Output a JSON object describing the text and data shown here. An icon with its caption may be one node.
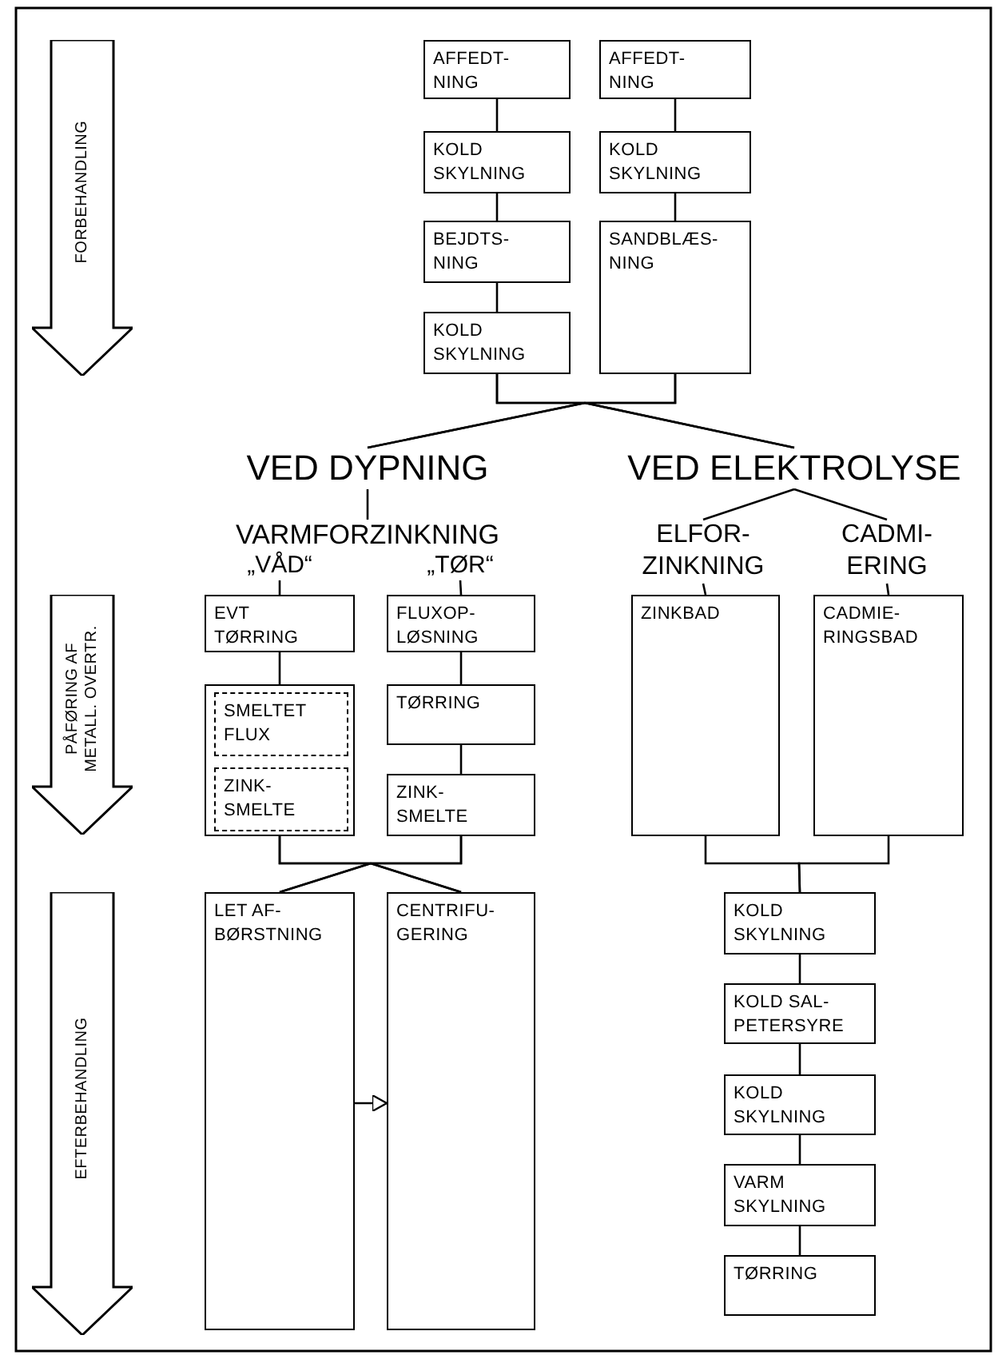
{
  "diagram": {
    "nodes": [
      {
        "text": [
          "FORBEHANDLING"
        ]
      },
      {
        "text": [
          "PÅFØRING AF METALL. OVERTR."
        ]
      },
      {
        "text": [
          "EFTERBEHANDLING"
        ]
      },
      {
        "text": [
          "AFFEDT- NING"
        ]
      },
      {
        "text": [
          "KOLD SKYLNING"
        ]
      },
      {
        "text": [
          "BEJDTS- NING"
        ]
      },
      {
        "text": [
          "KOLD SKYLNING"
        ]
      },
      {
        "text": [
          "AFFEDT- NING"
        ]
      },
      {
        "text": [
          "KOLD SKYLNING"
        ]
      },
      {
        "text": [
          "SANDBLÆS- NING"
        ]
      },
      {
        "text": [
          "VED DYPNING"
        ]
      },
      {
        "text": [
          "VED ELEKTROLYSE"
        ]
      },
      {
        "text": [
          "VARMFORZINKNING"
        ]
      },
      {
        "text": [
          "„VÅD“"
        ]
      },
      {
        "text": [
          "„TØR“"
        ]
      },
      {
        "text": [
          "ELFOR- ZINKNING"
        ]
      },
      {
        "text": [
          "CADMI- ERING"
        ]
      },
      {
        "text": [
          "EVT TØRRING"
        ]
      },
      {
        "text": [
          "FLUXOP- LØSNING"
        ]
      },
      {
        "text": [
          "ZINKBAD"
        ]
      },
      {
        "text": [
          "CADMIE- RINGSBAD"
        ]
      },
      {
        "text": [],
        "shape": "box"
      },
      {
        "text": [
          "SMELTET FLUX"
        ],
        "in": 21
      },
      {
        "text": [
          "ZINK- SMELTE"
        ],
        "in": 21
      },
      {
        "text": [
          "TØRRING"
        ]
      },
      {
        "text": [
          "ZINK- SMELTE"
        ]
      },
      {
        "text": [
          "LET AF- BØRSTNING"
        ]
      },
      {
        "text": [
          "CENTRIFU- GERING"
        ]
      },
      {
        "text": [
          "KOLD SKYLNING"
        ]
      },
      {
        "text": [
          "KOLD SAL- PETERSYRE"
        ]
      },
      {
        "text": [
          "KOLD SKYLNING"
        ]
      },
      {
        "text": [
          "VARM SKYLNING"
        ]
      },
      {
        "text": [
          "TØRRING"
        ]
      }
    ],
    "edges": [
      {
        "from": 3,
        "to": 4,
        "arrow": "none"
      },
      {
        "from": 4,
        "to": 5,
        "arrow": "none"
      },
      {
        "from": 5,
        "to": 6,
        "arrow": "none"
      },
      {
        "from": 7,
        "to": 8,
        "arrow": "none"
      },
      {
        "from": 8,
        "to": 9,
        "arrow": "none"
      },
      {
        "from": 6,
        "to": 10,
        "arrow": "none"
      },
      {
        "from": 6,
        "to": 11,
        "arrow": "none"
      },
      {
        "from": 9,
        "to": 10,
        "arrow": "none"
      },
      {
        "from": 9,
        "to": 11,
        "arrow": "none"
      },
      {
        "from": 10,
        "to": 12,
        "arrow": "none"
      },
      {
        "from": 11,
        "to": 15,
        "arrow": "none"
      },
      {
        "from": 11,
        "to": 16,
        "arrow": "none"
      },
      {
        "from": 13,
        "to": 17,
        "arrow": "none"
      },
      {
        "from": 14,
        "to": 18,
        "arrow": "none"
      },
      {
        "from": 15,
        "to": 19,
        "arrow": "none"
      },
      {
        "from": 16,
        "to": 20,
        "arrow": "none"
      },
      {
        "from": 17,
        "to": 21,
        "arrow": "none"
      },
      {
        "from": 18,
        "to": 24,
        "arrow": "none"
      },
      {
        "from": 24,
        "to": 25,
        "arrow": "none"
      },
      {
        "from": 21,
        "to": 26,
        "arrow": "none"
      },
      {
        "from": 21,
        "to": 27,
        "arrow": "none"
      },
      {
        "from": 25,
        "to": 26,
        "arrow": "none"
      },
      {
        "from": 25,
        "to": 27,
        "arrow": "none"
      },
      {
        "from": 26,
        "to": 27,
        "arrow": "to"
      },
      {
        "from": 19,
        "to": 28,
        "arrow": "none"
      },
      {
        "from": 20,
        "to": 28,
        "arrow": "none"
      },
      {
        "from": 28,
        "to": 29,
        "arrow": "none"
      },
      {
        "from": 29,
        "to": 30,
        "arrow": "none"
      },
      {
        "from": 30,
        "to": 31,
        "arrow": "none"
      },
      {
        "from": 31,
        "to": 32,
        "arrow": "none"
      }
    ]
  }
}
